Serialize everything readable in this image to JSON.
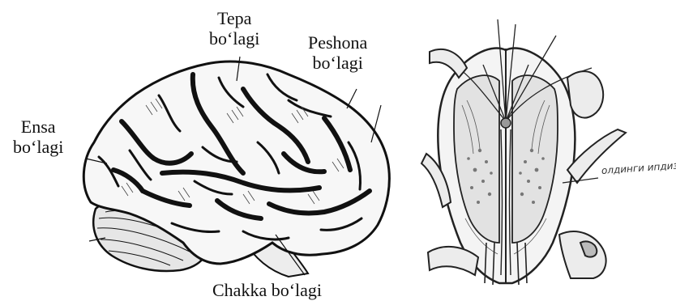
{
  "labels": {
    "tepa": [
      "Tepa",
      "bo‘lagi"
    ],
    "peshona": [
      "Peshona",
      "bo‘lagi"
    ],
    "ensa": [
      "Ensa",
      "bo‘lagi"
    ],
    "chakka": "Chakka bo‘lagi"
  },
  "section_label": "олдинги ипдизча"
}
